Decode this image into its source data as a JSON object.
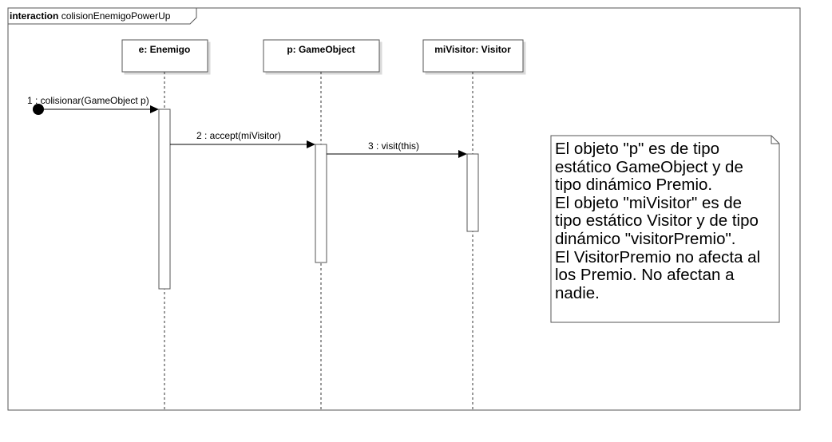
{
  "frame": {
    "keyword": "interaction",
    "name": "colisionEnemigoPowerUp"
  },
  "lifelines": [
    {
      "label": "e: Enemigo"
    },
    {
      "label": "p: GameObject"
    },
    {
      "label": "miVisitor: Visitor"
    }
  ],
  "messages": [
    {
      "label": "1 : colisionar(GameObject p)"
    },
    {
      "label": "2 : accept(miVisitor)"
    },
    {
      "label": "3 : visit(this)"
    }
  ],
  "note": {
    "lines": [
      "El objeto \"p\" es de tipo",
      "estático GameObject y de",
      "tipo dinámico Premio.",
      "El objeto \"miVisitor\" es de",
      "tipo estático Visitor y de tipo",
      "dinámico \"visitorPremio\".",
      "El VisitorPremio no afecta al",
      "los Premio. No afectan a",
      "nadie."
    ]
  }
}
